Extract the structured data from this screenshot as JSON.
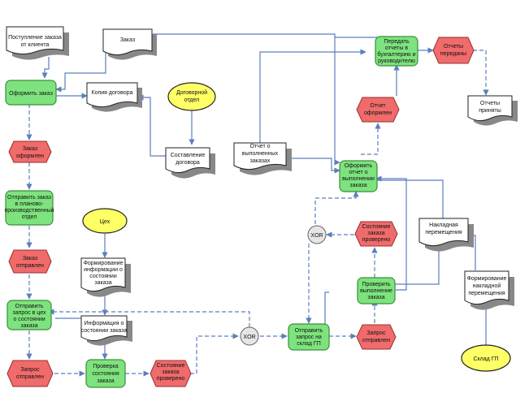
{
  "nodes": {
    "zakaz_doc": {
      "text": "Заказ"
    },
    "postuplenie": {
      "lines": [
        "Поступление заказа",
        "от клиента"
      ]
    },
    "oformit_zakaz": {
      "text": "Оформить заказ"
    },
    "kopiya_dogovora": {
      "text": "Копия договора"
    },
    "dogovornoy_otdel": {
      "lines": [
        "Договорной",
        "отдел"
      ]
    },
    "sostavlenie_dogovora": {
      "lines": [
        "Составление",
        "договора"
      ]
    },
    "zakaz_oformlen": {
      "lines": [
        "Заказ",
        "оформлен"
      ]
    },
    "otpravit_zakaz": {
      "lines": [
        "Отправить заказ",
        "в планово-",
        "производственный",
        "отдел"
      ]
    },
    "tseh": {
      "text": "Цех"
    },
    "formirovanie_info": {
      "lines": [
        "Формирование",
        "информации о",
        "состоянии",
        "заказа"
      ]
    },
    "zakaz_otpravlen": {
      "lines": [
        "Заказ",
        "отправлен"
      ]
    },
    "otpravit_zapros_tseh": {
      "lines": [
        "Отправить",
        "запрос в цех",
        "о состоянии",
        "заказа"
      ]
    },
    "info_o_sostoyanii": {
      "lines": [
        "Информация о",
        "состоянии заказа"
      ]
    },
    "zapros_otpravlen_left": {
      "lines": [
        "Запрос",
        "отправлен"
      ]
    },
    "proverka_sostoyaniya": {
      "lines": [
        "Проверка",
        "состояния",
        "заказа"
      ]
    },
    "sostoyanie_provereno_1": {
      "lines": [
        "Состояние",
        "заказа",
        "проверено"
      ]
    },
    "xor_bottom": {
      "text": "XOR"
    },
    "otpravit_zapros_sklad": {
      "lines": [
        "Отправить",
        "запрос на",
        "склад ГП"
      ]
    },
    "zapros_otpravlen_mid": {
      "lines": [
        "Запрос",
        "отправлен"
      ]
    },
    "proverit_vypolnenie": {
      "lines": [
        "Проверить",
        "выполнение",
        "заказа"
      ]
    },
    "sostoyanie_provereno_2": {
      "lines": [
        "Состояние",
        "заказа",
        "проверено"
      ]
    },
    "xor_mid": {
      "text": "XOR"
    },
    "nakladnaya": {
      "lines": [
        "Накладная",
        "перемещения"
      ]
    },
    "formirovanie_nakladnoy": {
      "lines": [
        "Формирование",
        "накладной",
        "перемещения"
      ]
    },
    "sklad_gp": {
      "text": "Склад ГП"
    },
    "otchet_o_vyp": {
      "lines": [
        "Отчет о",
        "выполненных",
        "заказах"
      ]
    },
    "oformit_otchet": {
      "lines": [
        "Оформить",
        "отчет о",
        "выполнении",
        "заказа"
      ]
    },
    "otchet_oformlen": {
      "lines": [
        "Отчет",
        "оформлен"
      ]
    },
    "peredat_otchety": {
      "lines": [
        "Передать",
        "отчеты в",
        "бухгалтерию и",
        "руководителю"
      ]
    },
    "otchety_peredany": {
      "lines": [
        "Отчеты",
        "переданы"
      ]
    },
    "otchety_prinyaty": {
      "lines": [
        "Отчеты",
        "приняты"
      ]
    }
  },
  "colors": {
    "function": "#7ee37e",
    "event": "#f06b6b",
    "org_unit": "#ffff66",
    "document": "#ffffff",
    "xor": "#e6e6e6",
    "flow": "#5a7fbf"
  }
}
